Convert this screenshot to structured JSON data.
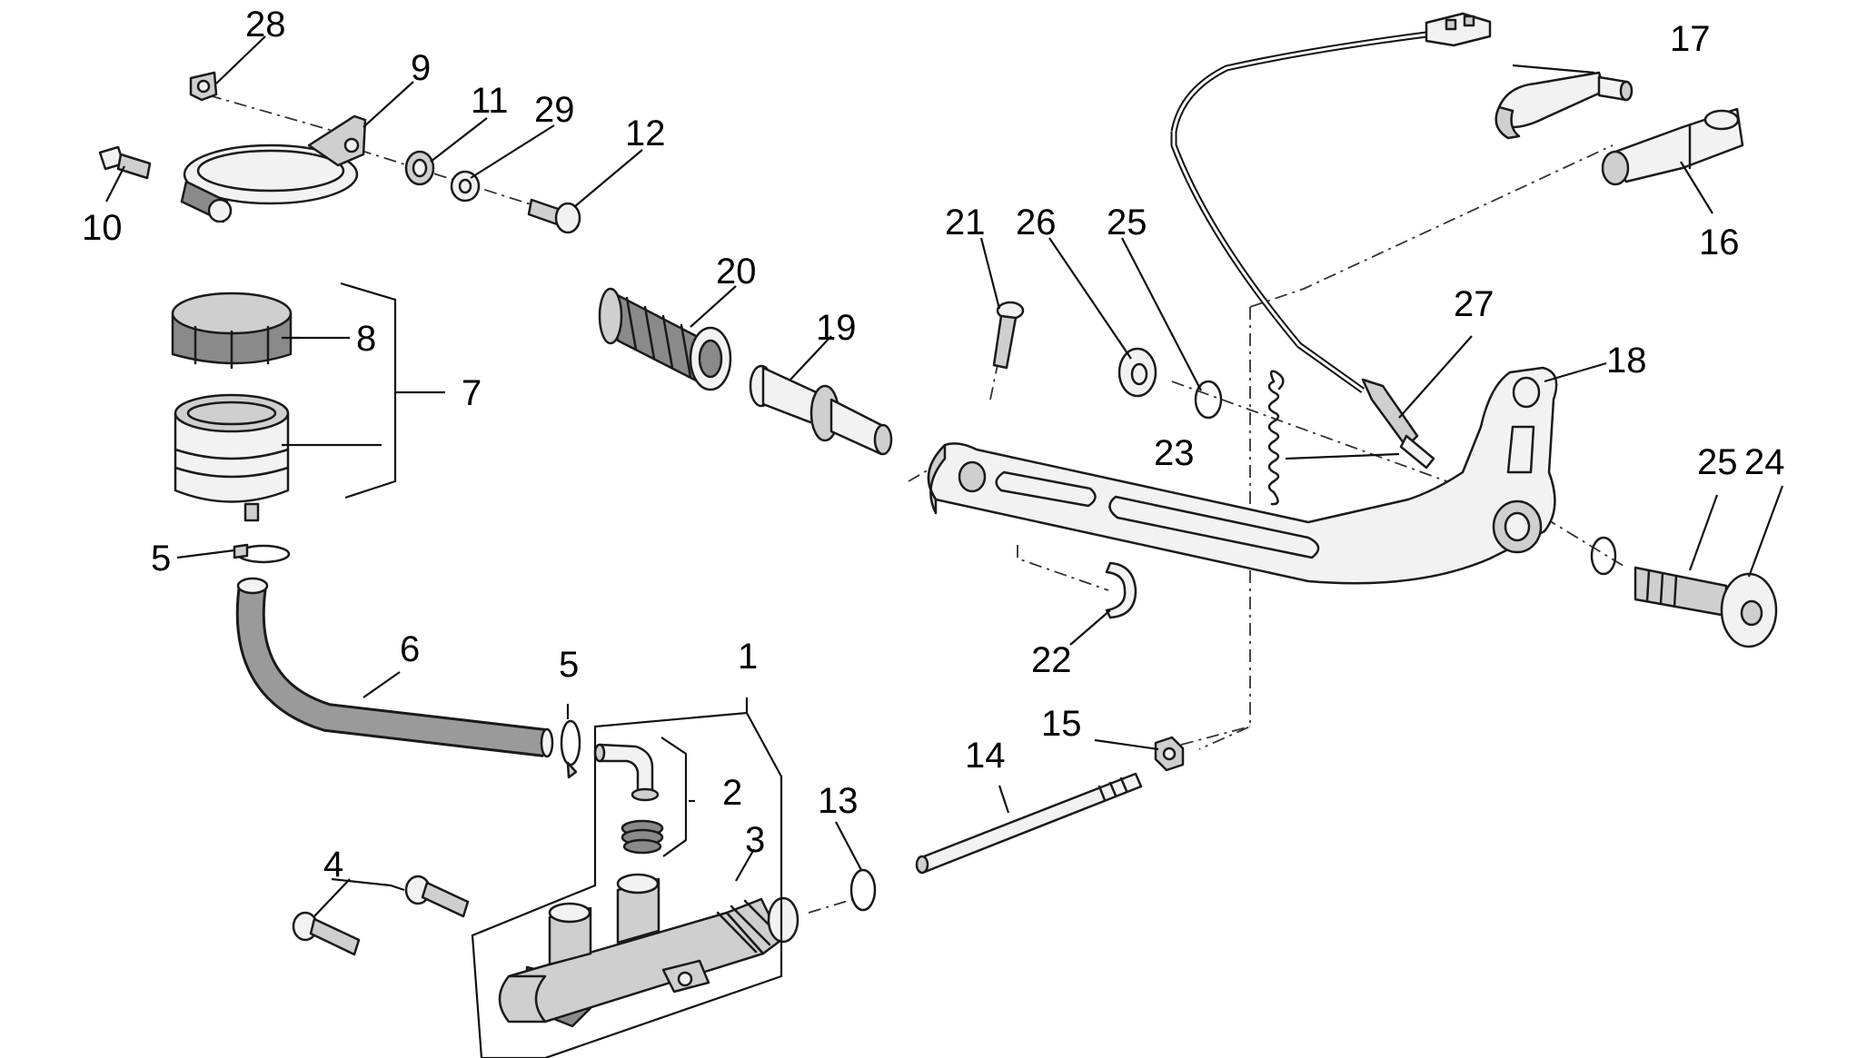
{
  "labels": {
    "p1": "1",
    "p2": "2",
    "p3": "3",
    "p4": "4",
    "p5a": "5",
    "p5b": "5",
    "p6": "6",
    "p7": "7",
    "p8": "8",
    "p9": "9",
    "p10": "10",
    "p11": "11",
    "p12": "12",
    "p13": "13",
    "p14": "14",
    "p15": "15",
    "p16": "16",
    "p17": "17",
    "p18": "18",
    "p19": "19",
    "p20": "20",
    "p21": "21",
    "p22": "22",
    "p23": "23",
    "p24": "24",
    "p25a": "25",
    "p25b": "25",
    "p26": "26",
    "p27": "27",
    "p28": "28",
    "p29": "29"
  }
}
